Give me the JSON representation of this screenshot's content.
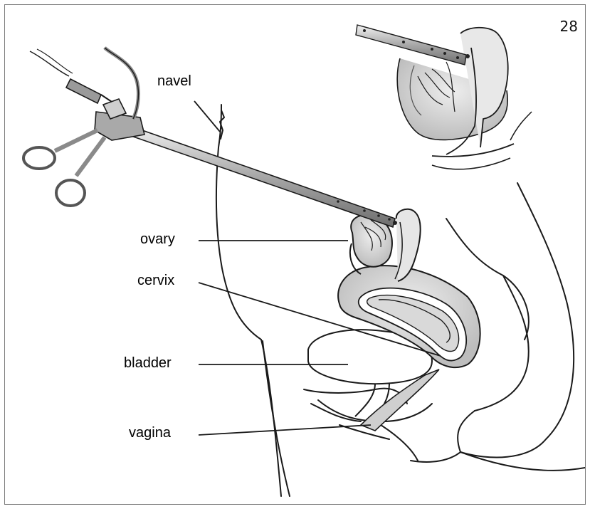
{
  "page_number": "28",
  "labels": {
    "navel": "navel",
    "ovary": "ovary",
    "cervix": "cervix",
    "bladder": "bladder",
    "vagina": "vagina"
  },
  "colors": {
    "line": "#1a1a1a",
    "organ_fill": "#d6d6d6",
    "organ_dark": "#bdbdbd",
    "instrument": "#888888"
  }
}
